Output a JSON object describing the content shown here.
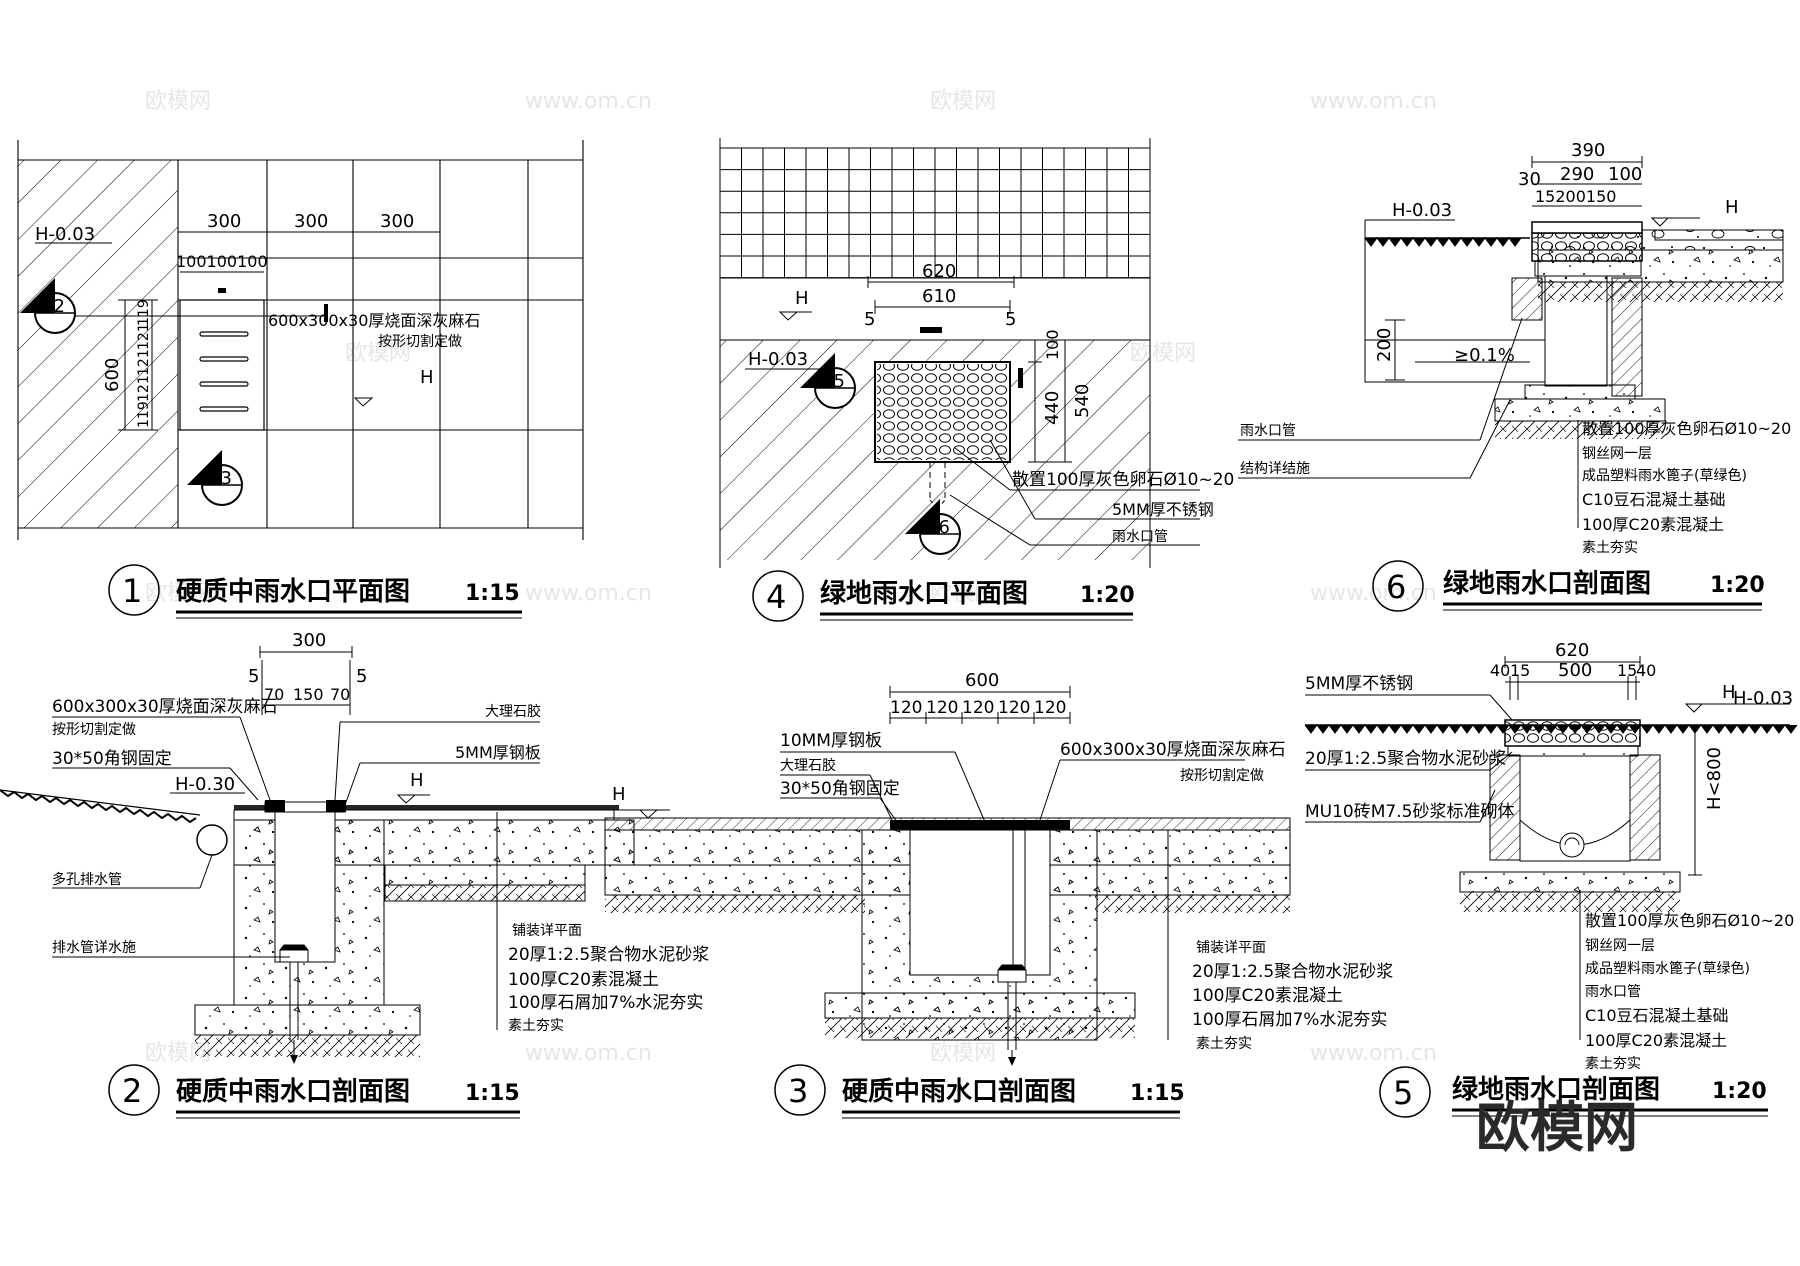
{
  "watermarks": {
    "small": "欧模网",
    "url": "www.om.cn",
    "big": "欧模网"
  },
  "detail1": {
    "number": "1",
    "title": "硬质中雨水口平面图",
    "scale": "1:15",
    "level": "H-0.03",
    "h": "H",
    "dims_top": [
      "300",
      "300",
      "300"
    ],
    "dims_sub": "100100100",
    "dim_side": "600",
    "dims_side_sub": [
      "119",
      "121",
      "121",
      "121",
      "119"
    ],
    "note_line1": "600x300x30厚烧面深灰麻石",
    "note_line2": "按形切割定做",
    "mark_a": "02",
    "mark_b": "03"
  },
  "detail4": {
    "number": "4",
    "title": "绿地雨水口平面图",
    "scale": "1:20",
    "level": "H-0.03",
    "h": "H",
    "dim_620": "620",
    "dim_610": "610",
    "dim_5a": "5",
    "dim_5b": "5",
    "dim_100": "100",
    "dim_440": "440",
    "dim_540": "540",
    "mark_a": "05",
    "mark_b": "06",
    "note1": "散置100厚灰色卵石Ø10~20",
    "note2": "5MM厚不锈钢",
    "note3": "雨水口管"
  },
  "detail6": {
    "number": "6",
    "title": "绿地雨水口剖面图",
    "scale": "1:20",
    "level": "H-0.03",
    "h": "H",
    "dim_390": "390",
    "dim_30": "30",
    "dim_290": "290",
    "dim_100": "100",
    "dim_sub": "15200150",
    "dim_200": "200",
    "slope": "≥0.1%",
    "left_note1": "雨水口管",
    "left_note2": "结构详结施",
    "notes": [
      "散置100厚灰色卵石Ø10~20",
      "钢丝网一层",
      "成品塑料雨水篦子(草绿色)",
      "C10豆石混凝土基础",
      "100厚C20素混凝土",
      "素土夯实"
    ]
  },
  "detail2": {
    "number": "2",
    "title": "硬质中雨水口剖面图",
    "scale": "1:15",
    "level": "H-0.30",
    "h": "H",
    "dim_300": "300",
    "dim_5a": "5",
    "dim_5b": "5",
    "dims_sub": [
      "70",
      "150",
      "70"
    ],
    "left_notes": [
      "600x300x30厚烧面深灰麻石",
      "按形切割定做",
      "30*50角钢固定",
      "多孔排水管",
      "排水管详水施"
    ],
    "right_top": [
      "大理石胶",
      "5MM厚钢板"
    ],
    "right_notes": [
      "铺装详平面",
      "20厚1:2.5聚合物水泥砂浆",
      "100厚C20素混凝土",
      "100厚石屑加7%水泥夯实",
      "素土夯实"
    ]
  },
  "detail3": {
    "number": "3",
    "title": "硬质中雨水口剖面图",
    "scale": "1:15",
    "h": "H",
    "dim_600": "600",
    "dims_sub": [
      "120",
      "120",
      "120",
      "120",
      "120"
    ],
    "left_notes": [
      "10MM厚钢板",
      "大理石胶",
      "30*50角钢固定"
    ],
    "right_top1": "600x300x30厚烧面深灰麻石",
    "right_top2": "按形切割定做",
    "right_notes": [
      "铺装详平面",
      "20厚1:2.5聚合物水泥砂浆",
      "100厚C20素混凝土",
      "100厚石屑加7%水泥夯实",
      "素土夯实"
    ]
  },
  "detail5": {
    "number": "5",
    "title": "绿地雨水口剖面图",
    "scale": "1:20",
    "level": "H-0.03",
    "h": "H",
    "dim_620": "620",
    "dims_sub": [
      "40",
      "15",
      "500",
      "15",
      "40"
    ],
    "dim_h": "H<800",
    "left_notes": [
      "5MM厚不锈钢",
      "20厚1:2.5聚合物水泥砂浆",
      "MU10砖M7.5砂浆标准砌体"
    ],
    "right_notes": [
      "散置100厚灰色卵石Ø10~20",
      "钢丝网一层",
      "成品塑料雨水篦子(草绿色)",
      "雨水口管",
      "C10豆石混凝土基础",
      "100厚C20素混凝土",
      "素土夯实"
    ]
  }
}
